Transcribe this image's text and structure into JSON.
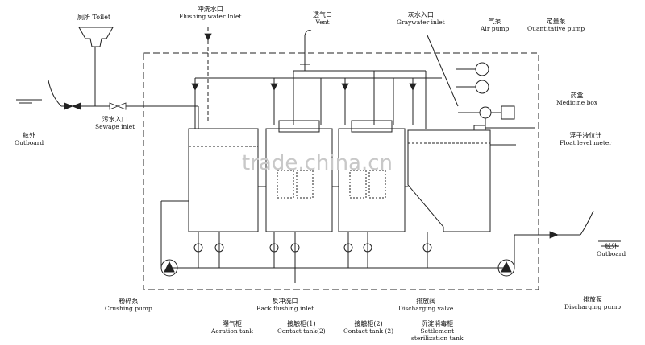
{
  "labels": {
    "toilet": {
      "cn": "厕所",
      "en": "Toilet"
    },
    "flushing_inlet": {
      "cn": "冲洗水口",
      "en": "Flushing water Inlet"
    },
    "vent": {
      "cn": "透气口",
      "en": "Vent"
    },
    "graywater_inlet": {
      "cn": "灰水入口",
      "en": "Graywater inlet"
    },
    "air_pump": {
      "cn": "气泵",
      "en": "Air pump"
    },
    "quantitative_pump": {
      "cn": "定量泵",
      "en": "Quantitative pump"
    },
    "medicine_box": {
      "cn": "药盒",
      "en": "Medicine box"
    },
    "float_level_meter": {
      "cn": "浮子液位计",
      "en": "Float level meter"
    },
    "outboard_left": {
      "cn": "舷外",
      "en": "Outboard"
    },
    "outboard_right": {
      "cn": "舷外",
      "en": "Outboard"
    },
    "sewage_inlet": {
      "cn": "污水入口",
      "en": "Sewage inlet"
    },
    "crushing_pump": {
      "cn": "粉碎泵",
      "en": "Crushing pump"
    },
    "back_flushing_inlet": {
      "cn": "反冲洗口",
      "en": "Back flushing inlet"
    },
    "discharging_valve": {
      "cn": "排放阀",
      "en": "Discharging valve"
    },
    "discharging_pump": {
      "cn": "排放泵",
      "en": "Discharging pump"
    },
    "aeration_tank": {
      "cn": "曝气柜",
      "en": "Aeration tank"
    },
    "contact_tank_1": {
      "cn": "接触柜(1)",
      "en": "Contact tank(2)"
    },
    "contact_tank_2": {
      "cn": "接触柜(2)",
      "en": "Contact tank (2)"
    },
    "settlement_tank": {
      "cn": "沉淀消毒柜",
      "en": "Settlement",
      "en2": "sterilization tank"
    }
  },
  "watermark": "trade.china.cn",
  "colors": {
    "line": "#222222",
    "watermark": "#c8c8c8",
    "background": "#ffffff"
  }
}
